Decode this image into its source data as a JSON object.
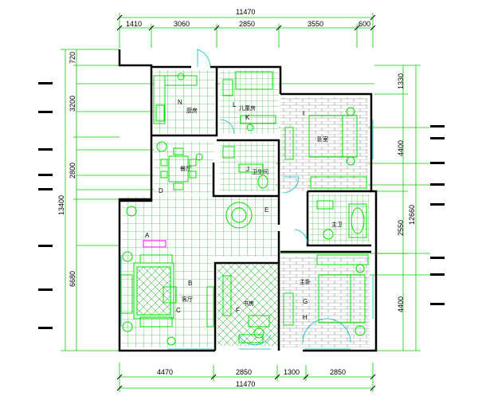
{
  "dimensions": {
    "top_total": "11470",
    "top_segments": [
      "1410",
      "3060",
      "2850",
      "3550",
      "600"
    ],
    "bottom_segments": [
      "4470",
      "2850",
      "1300",
      "2850"
    ],
    "bottom_total": "11470",
    "left_segments": [
      "720",
      "3200",
      "2800",
      "6680"
    ],
    "left_total": "13400",
    "right_segments": [
      "1330",
      "4400",
      "2550",
      "4400"
    ],
    "right_total": "12660"
  },
  "rooms": {
    "kitchen": "厨房",
    "child_room": "儿童房",
    "bedroom": "卧室",
    "dining": "餐厅",
    "bath": "卫生间",
    "master_bath": "主卫",
    "living": "客厅",
    "study": "书房",
    "master_bedroom": "主卧"
  },
  "markers": {
    "n": "N",
    "l": "L",
    "k": "K",
    "i": "I",
    "j": "J",
    "d": "D",
    "e": "E",
    "a": "A",
    "b": "B",
    "c": "C",
    "f": "F",
    "g": "G",
    "h": "H"
  },
  "colors": {
    "wall": "#000000",
    "dimension": "#00cc00",
    "floor_tile": "#00aa00",
    "brick": "#909090",
    "furniture": "#00dd00",
    "hatch_marker": "#000000",
    "door": "#00bbbb",
    "accent": "#ff00ff"
  }
}
